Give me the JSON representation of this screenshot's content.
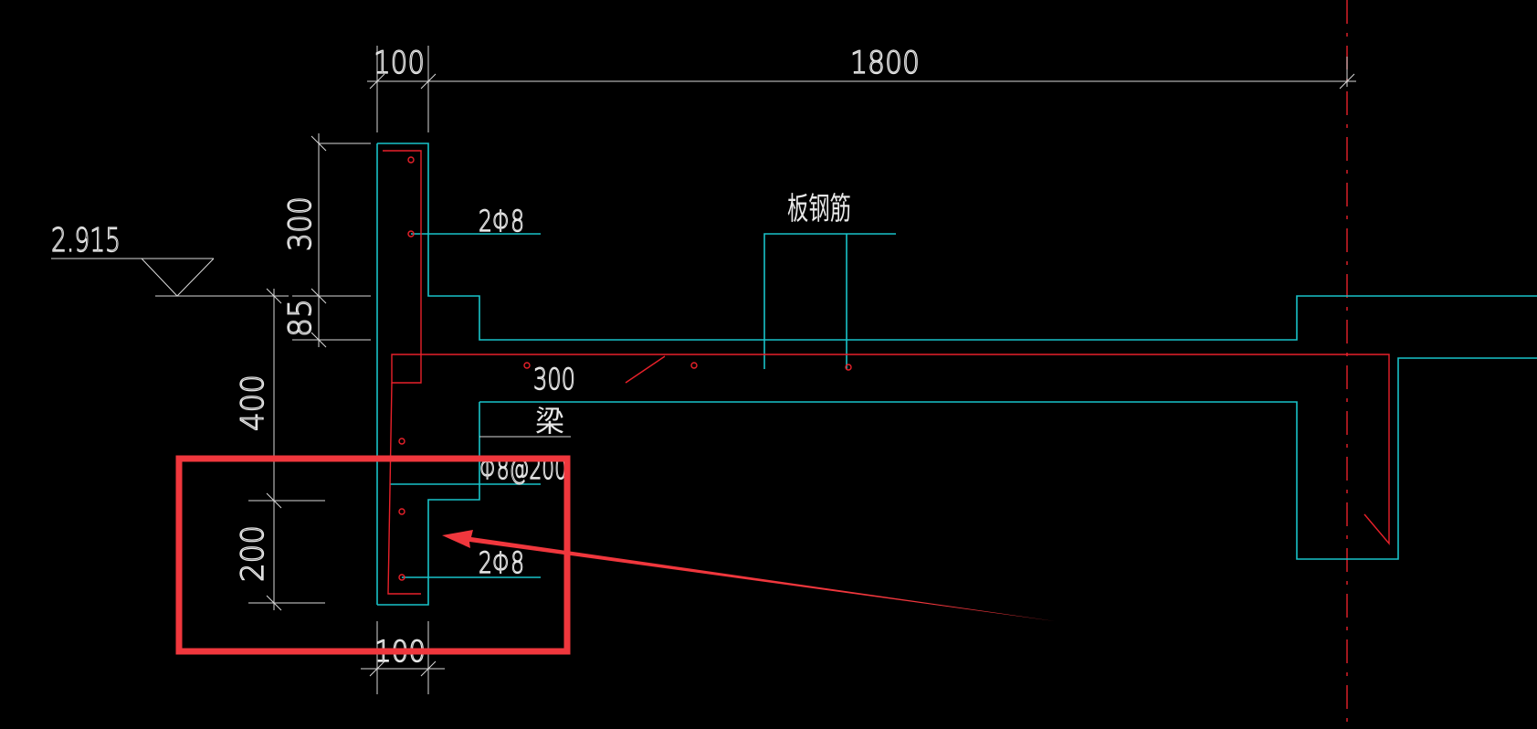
{
  "drawing": {
    "dimensions": {
      "top_left_width": "100",
      "top_span": "1800",
      "height_upper": "300",
      "height_slab": "85",
      "height_beam": "400",
      "height_lower": "200",
      "bottom_width": "100"
    },
    "elevation": "2.915",
    "rebar_labels": {
      "upper_bars": "2Φ8",
      "lower_bars": "2Φ8",
      "stirrups": "Φ8@200",
      "slab_rebar": "板钢筋"
    },
    "beam_label": {
      "depth": "300",
      "name": "梁"
    }
  },
  "colors": {
    "background": "#000000",
    "concrete_outline": "#19c3c9",
    "rebar": "#e8212a",
    "dimension": "#d9d9d9",
    "annotation_box": "#f0373d"
  }
}
